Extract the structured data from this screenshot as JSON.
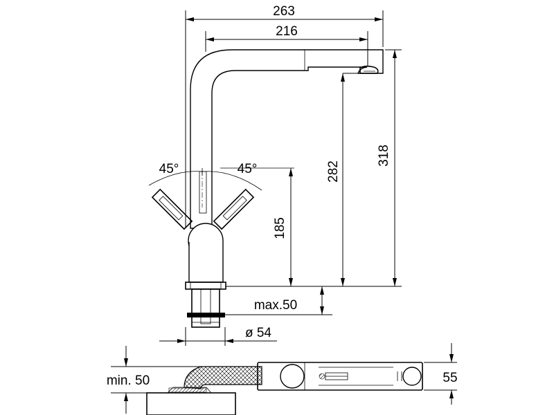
{
  "dimensions": {
    "overall_width": "263",
    "spout_reach": "216",
    "overall_height": "318",
    "spout_height": "282",
    "handle_height": "185",
    "lever_angle_left": "45°",
    "lever_angle_right": "45°",
    "max_deck": "max.50",
    "hole_diameter": "ø 54",
    "min_clearance": "min. 50",
    "top_view_depth": "55"
  },
  "colors": {
    "line": "#000000",
    "background": "#ffffff"
  }
}
